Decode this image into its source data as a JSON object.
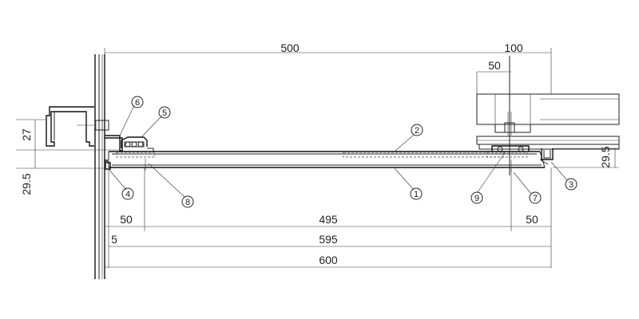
{
  "dimensions": {
    "top_total": "500",
    "top_right": "100",
    "top_inner": "50",
    "left_upper": "27",
    "left_lower": "29.5",
    "right_height": "29.5",
    "bottom_left_50": "50",
    "bottom_center": "495",
    "bottom_right_50": "50",
    "bottom_5": "5",
    "bottom_595": "595",
    "bottom_600": "600"
  },
  "callouts": {
    "c1": "1",
    "c2": "2",
    "c3": "3",
    "c4": "4",
    "c5": "5",
    "c6": "6",
    "c7": "7",
    "c8": "8",
    "c9": "9"
  },
  "colors": {
    "line": "#222222",
    "background": "#ffffff"
  }
}
